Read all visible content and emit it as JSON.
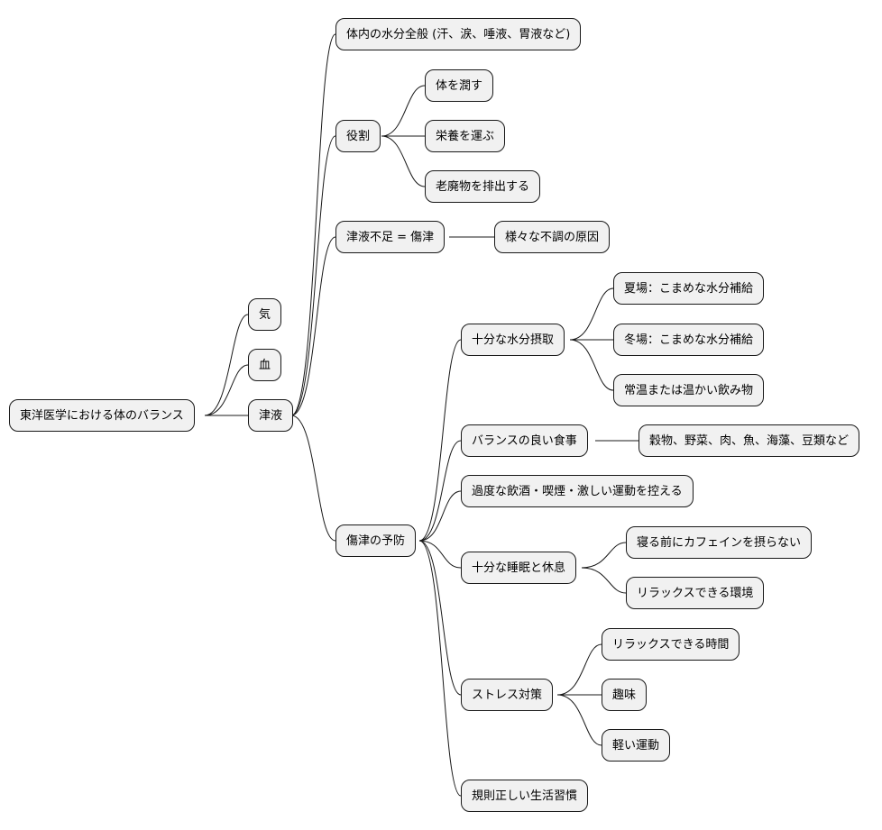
{
  "root": "東洋医学における体のバランス",
  "ki": "気",
  "ketsu": "血",
  "shineki": {
    "label": "津液",
    "definition": "体内の水分全般 (汗、涙、唾液、胃液など)",
    "roles": {
      "label": "役割",
      "items": [
        "体を潤す",
        "栄養を運ぶ",
        "老廃物を排出する"
      ]
    },
    "shortage": {
      "label": "津液不足 = 傷津",
      "effect": "様々な不調の原因"
    },
    "prevention": {
      "label": "傷津の予防",
      "hydration": {
        "label": "十分な水分摂取",
        "items": [
          "夏場：こまめな水分補給",
          "冬場：こまめな水分補給",
          "常温または温かい飲み物"
        ]
      },
      "diet": {
        "label": "バランスの良い食事",
        "item": "穀物、野菜、肉、魚、海藻、豆類など"
      },
      "avoid": "過度な飲酒・喫煙・激しい運動を控える",
      "sleep": {
        "label": "十分な睡眠と休息",
        "items": [
          "寝る前にカフェインを摂らない",
          "リラックスできる環境"
        ]
      },
      "stress": {
        "label": "ストレス対策",
        "items": [
          "リラックスできる時間",
          "趣味",
          "軽い運動"
        ]
      },
      "lifestyle": "規則正しい生活習慣"
    }
  }
}
